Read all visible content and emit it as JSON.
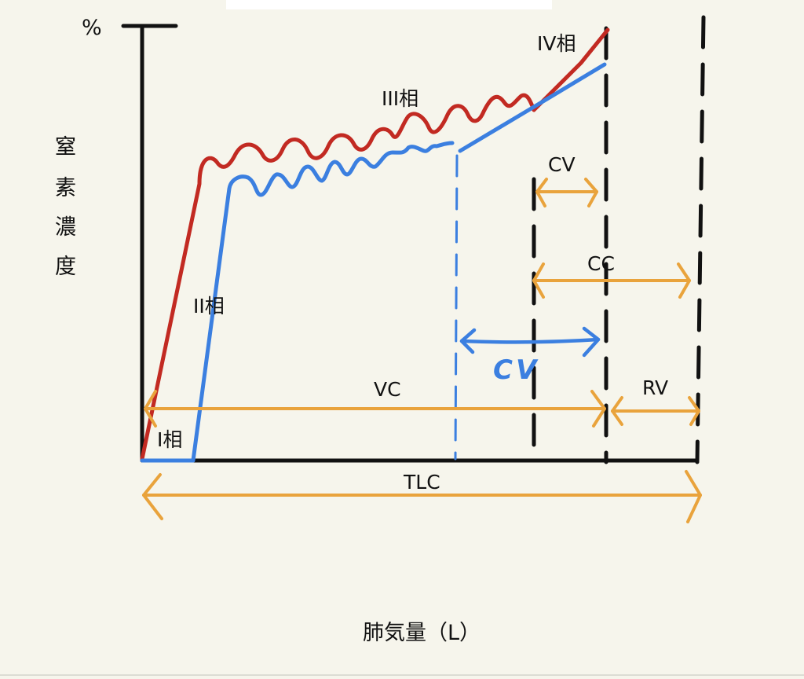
{
  "diagram": {
    "y_unit": "%",
    "y_label_chars": [
      "窒",
      "素",
      "濃",
      "度"
    ],
    "x_label": "肺気量（L）",
    "phase_labels": {
      "phase1": "I相",
      "phase2": "II相",
      "phase3": "III相",
      "phase4": "IV相"
    },
    "volume_labels": {
      "vc": "VC",
      "tlc": "TLC",
      "rv": "RV",
      "cv_upper": "CV",
      "cc": "CC",
      "cv_handwritten": "CV"
    },
    "colors": {
      "axis": "#111111",
      "red_curve": "#c22a22",
      "blue_curve": "#3b7fe0",
      "orange_arrow": "#e9a33c"
    }
  }
}
